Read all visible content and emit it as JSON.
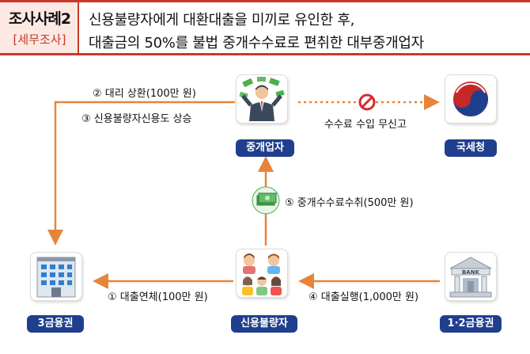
{
  "header": {
    "case_title": "조사사례2",
    "case_sub": "[세무조사]",
    "line1": "신용불량자에게 대환대출을 미끼로 유인한 후,",
    "line2": "대출금의 50%를 불법 중개수수료로 편취한 대부중개업자"
  },
  "nodes": {
    "broker": "중개업자",
    "nts": "국세청",
    "tier3": "3금융권",
    "debtor": "신용불량자",
    "tier12": "1·2금융권"
  },
  "bank_sign": "BANK",
  "steps": {
    "s1": "① 대출연체(100만 원)",
    "s2": "② 대리 상환(100만 원)",
    "s3": "③ 신용불량자신용도 상승",
    "s4": "④ 대출실행(1,000만 원)",
    "s5": "⑤ 중개수수료수취(500만 원)",
    "nts_note": "수수료 수입 무신고"
  },
  "colors": {
    "accent": "#c8392b",
    "label_bg": "#1f3f8e",
    "arrow": "#e8843a"
  }
}
